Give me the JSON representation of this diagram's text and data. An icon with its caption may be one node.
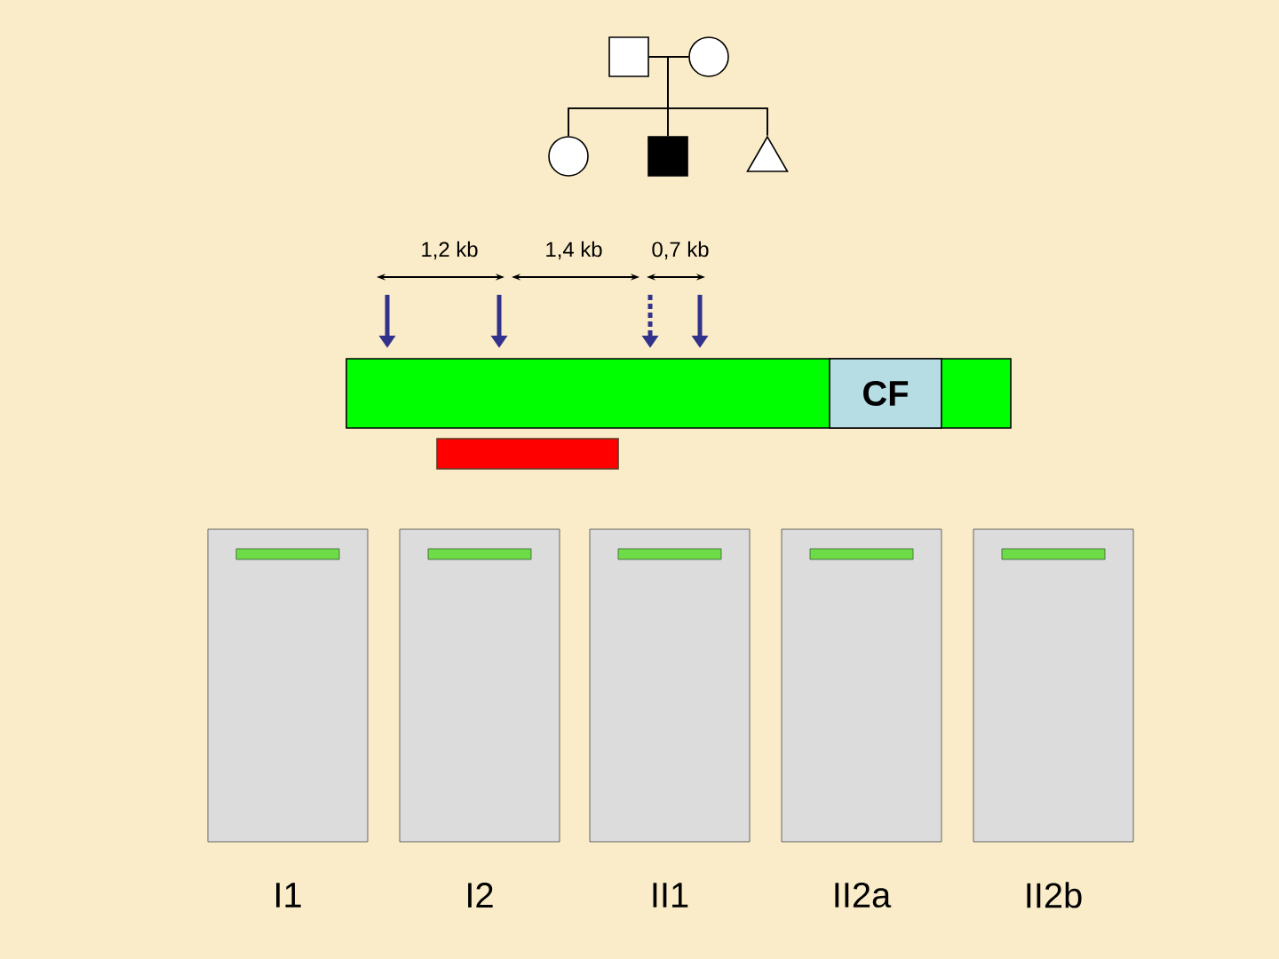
{
  "diagram": {
    "nodes": [
      {
        "text": [],
        "shape": "box"
      },
      {
        "text": [],
        "shape": "circle"
      },
      {
        "text": [],
        "shape": "circle"
      },
      {
        "text": [],
        "shape": "box"
      },
      {
        "text": [],
        "shape": "triangle"
      },
      {
        "text": [],
        "shape": "bar"
      },
      {
        "text": [
          "CF"
        ],
        "in": 5
      },
      {
        "text": [],
        "shape": "bar"
      },
      {
        "text": [
          "I1"
        ]
      },
      {
        "text": [
          "I2"
        ]
      },
      {
        "text": [
          "II1"
        ]
      },
      {
        "text": [
          "II2a"
        ]
      },
      {
        "text": [
          "II2b"
        ]
      }
    ],
    "edges": [
      {
        "from": 0,
        "to": 1,
        "arrow": "none"
      },
      {
        "from": 0,
        "to": 2,
        "arrow": "none"
      },
      {
        "from": 0,
        "to": 3,
        "arrow": "none"
      },
      {
        "from": 0,
        "to": 4,
        "arrow": "none"
      },
      {
        "from": 1,
        "to": 2,
        "arrow": "none"
      },
      {
        "from": 1,
        "to": 3,
        "arrow": "none"
      },
      {
        "from": 1,
        "to": 4,
        "arrow": "none"
      }
    ],
    "labels": [
      "1,2 kb",
      "1,4 kb",
      "0,7 kb"
    ]
  }
}
